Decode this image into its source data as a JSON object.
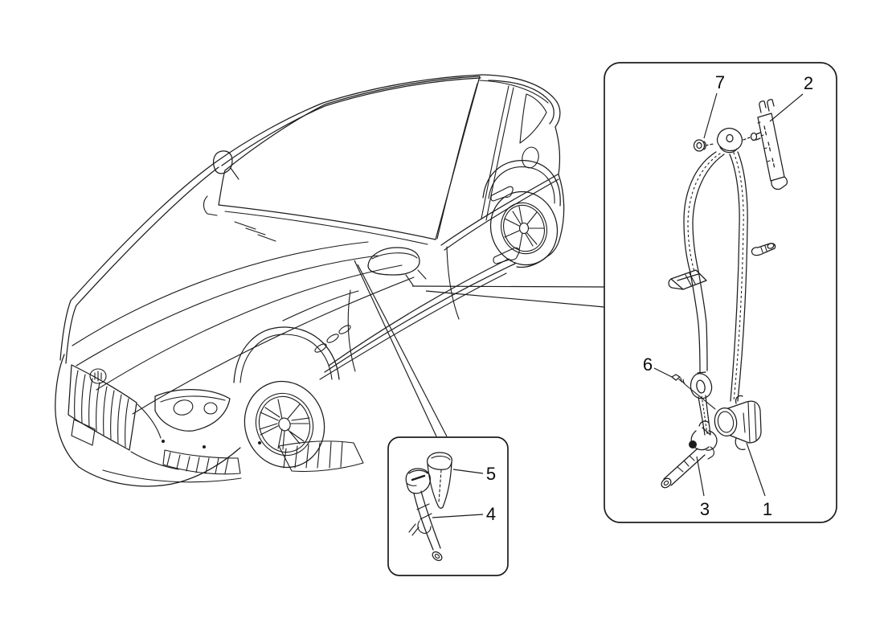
{
  "page": {
    "background": "#ffffff",
    "ink_color": "#1c1c1c",
    "label_color": "#0a0a0a"
  },
  "diagram": {
    "name": "front-seat-belts-parts-diagram",
    "vehicle_drawing": "sedan-front-three-quarter-line-art",
    "callouts": {
      "c1": {
        "label": "1",
        "part": "seat-belt-retractor-assembly"
      },
      "c2": {
        "label": "2",
        "part": "height-adjuster-rail"
      },
      "c3": {
        "label": "3",
        "part": "pretensioner-tube"
      },
      "c4": {
        "label": "4",
        "part": "buckle-with-stalk"
      },
      "c5": {
        "label": "5",
        "part": "buckle-cover"
      },
      "c6": {
        "label": "6",
        "part": "anchor-bolt"
      },
      "c7": {
        "label": "7",
        "part": "top-anchor-bolt"
      }
    }
  }
}
